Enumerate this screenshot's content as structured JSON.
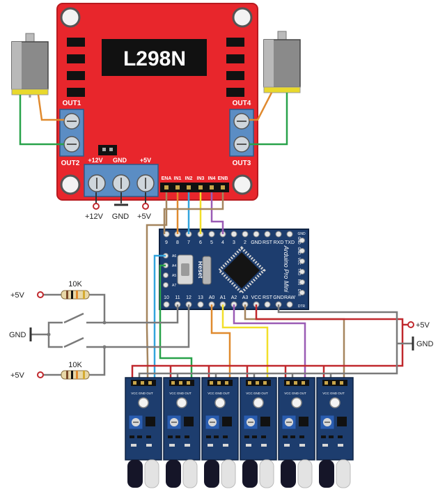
{
  "driver": {
    "chip": "L298N",
    "out1": "OUT1",
    "out2": "OUT2",
    "out3": "OUT3",
    "out4": "OUT4",
    "power_header": [
      "+12V",
      "GND",
      "+5V"
    ],
    "control_pins": [
      "ENA",
      "IN1",
      "IN2",
      "IN3",
      "IN4",
      "ENB"
    ],
    "supply_labels": [
      "+12V",
      "GND",
      "+5V"
    ]
  },
  "arduino": {
    "name": "Arduino Pro Mini",
    "reset": "Reset",
    "top_pins": [
      "9",
      "8",
      "7",
      "6",
      "5",
      "4",
      "3",
      "2",
      "GND",
      "RST",
      "RXD",
      "TXD"
    ],
    "bottom_pins": [
      "10",
      "11",
      "12",
      "13",
      "A0",
      "A1",
      "A2",
      "A3",
      "VCC",
      "RST",
      "GND",
      "RAW"
    ],
    "left_pins": [
      "A6",
      "A4",
      "A5",
      "A7"
    ],
    "right_pins": [
      "GND",
      "GND",
      "VCC",
      "TXO",
      "RXI",
      "DTR"
    ],
    "corner_top": "GND",
    "corner_bottom": "DTR"
  },
  "circuit": {
    "vcc_left_top": "+5V",
    "vcc_left_bottom": "+5V",
    "gnd_left": "GND",
    "resistor_top": "10K",
    "resistor_bottom": "10K",
    "vcc_right": "+5V",
    "gnd_right": "GND"
  },
  "sensor_pins": [
    "VCC",
    "GND",
    "OUT"
  ],
  "colors": {
    "driver_red": "#e8262c",
    "pcb_blue": "#1d3d6e",
    "terminal_blue": "#5b8dc4",
    "wire_red": "#c0282d",
    "wire_orange": "#e08a2e",
    "wire_blue": "#32a4dd",
    "wire_yellow": "#f2df2a",
    "wire_purple": "#9a5bb5",
    "wire_brown": "#a5855e",
    "wire_green": "#28a24a",
    "wire_gray": "#7a7a7a"
  }
}
